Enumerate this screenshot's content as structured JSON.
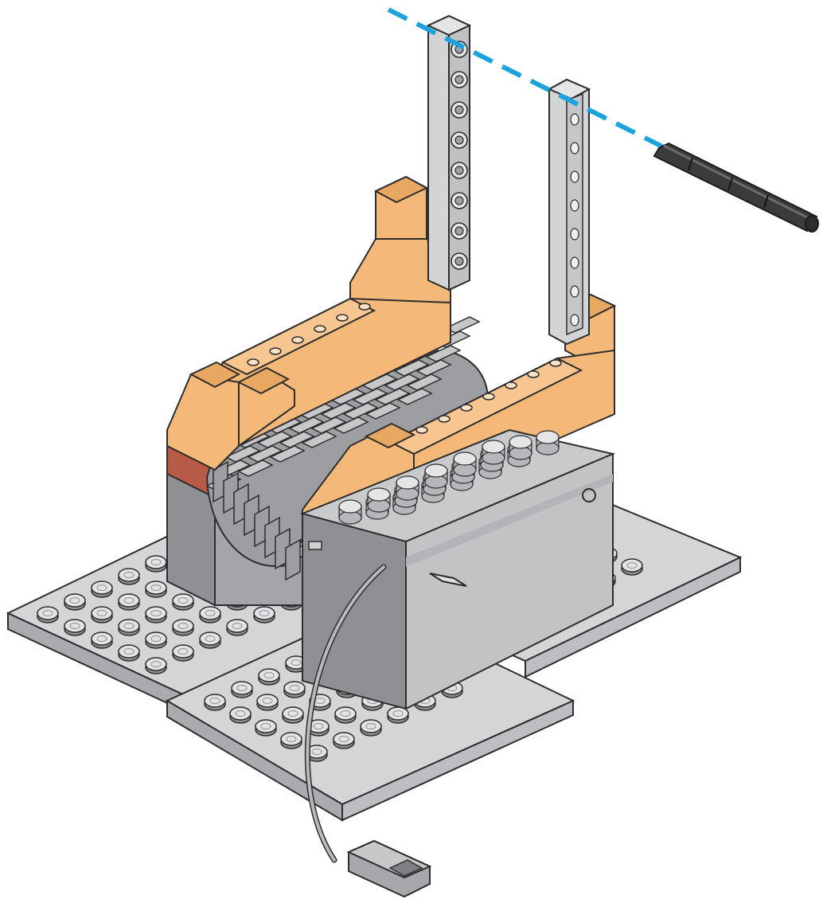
{
  "diagram": {
    "description_visible_text": "",
    "colors": {
      "baseplate": "#d4d5d7",
      "baseplate_dark": "#a9abae",
      "stud_shadow": "#8e9093",
      "motor_box": "#c2c3c5",
      "motor_box_dark": "#7e8083",
      "tan_beam": "#f4b978",
      "tan_beam_dark": "#d79a59",
      "tread": "#9c9ea1",
      "tread_light": "#c6c7c9",
      "red_block": "#b85a48",
      "light_gray_beam": "#d2d4d6",
      "axle": "#3a3b3d",
      "guide_line": "#1aa3dc",
      "outline": "#2d2d2d",
      "cable": "#b9babd"
    },
    "icons": [
      "axle-part",
      "motor-box",
      "cable-connector"
    ]
  }
}
